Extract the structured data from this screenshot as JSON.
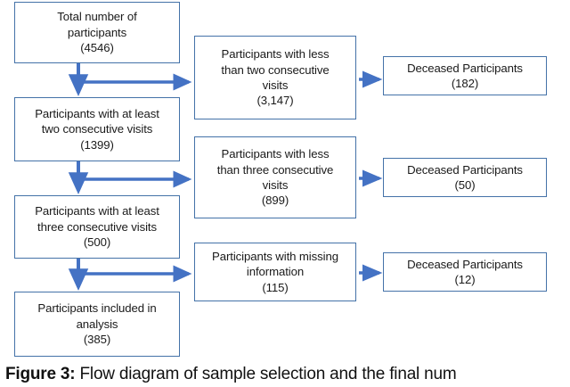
{
  "figure": {
    "caption_label": "Figure 3:",
    "caption_text": " Flow diagram of sample selection and the final num",
    "accent_color": "#4472a8",
    "arrow_color": "#4472c4",
    "text_color": "#1a1a1a",
    "background": "#ffffff"
  },
  "flow": {
    "left_column": [
      {
        "id": "total",
        "line1": "Total number of",
        "line2": "participants",
        "count": "(4546)"
      },
      {
        "id": "atleast2",
        "line1": "Participants with at least",
        "line2": "two consecutive visits",
        "count": "(1399)"
      },
      {
        "id": "atleast3",
        "line1": "Participants with at least",
        "line2": "three consecutive visits",
        "count": "(500)"
      },
      {
        "id": "included",
        "line1": "Participants included in",
        "line2": "analysis",
        "count": "(385)"
      }
    ],
    "middle_column": [
      {
        "id": "less2",
        "line1": "Participants with less",
        "line2": "than two consecutive",
        "line3": "visits",
        "count": "(3,147)"
      },
      {
        "id": "less3",
        "line1": "Participants with less",
        "line2": "than three consecutive",
        "line3": "visits",
        "count": "(899)"
      },
      {
        "id": "missing",
        "line1": "Participants with missing",
        "line2": "information",
        "line3": "",
        "count": "(115)"
      }
    ],
    "right_column": [
      {
        "id": "dec1",
        "line1": "Deceased Participants",
        "count": "(182)"
      },
      {
        "id": "dec2",
        "line1": "Deceased Participants",
        "count": "(50)"
      },
      {
        "id": "dec3",
        "line1": "Deceased Participants",
        "count": "(12)"
      }
    ]
  }
}
